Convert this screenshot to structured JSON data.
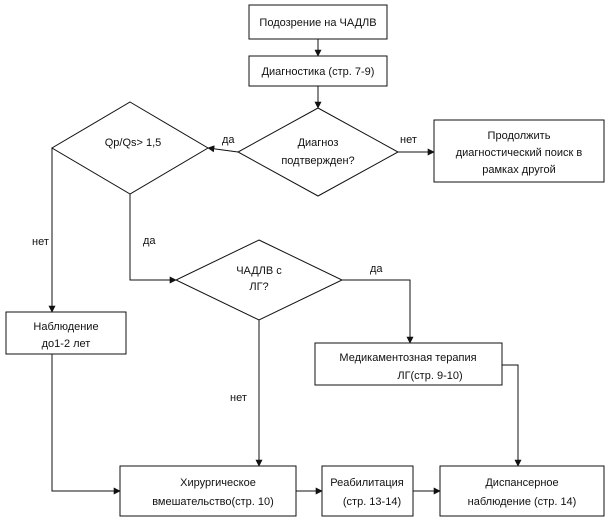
{
  "nodes": {
    "suspicion": "Подозрение на ЧАДЛВ",
    "diagnostics": "Диагностика (стр. 7-9)",
    "diag_confirmed": [
      "Диагноз",
      "подтвержден?"
    ],
    "continue_search": [
      "Продолжить",
      "диагностический поиск в",
      "рамках другой"
    ],
    "qp_qs": "Qp/Qs> 1,5",
    "chadlv_lg": [
      "ЧАДЛВ с",
      "ЛГ?"
    ],
    "observation": [
      "Наблюдение",
      "до1-2 лет"
    ],
    "drug_therapy": [
      "Медикаментозная терапия",
      "ЛГ(стр. 9-10)"
    ],
    "surgery": [
      "Хирургическое",
      "вмешательство(стр. 10)"
    ],
    "rehab": [
      "Реабилитация",
      "(стр. 13-14)"
    ],
    "dispensary": [
      "Диспансерное",
      "наблюдение (стр. 14)"
    ]
  },
  "edge_labels": {
    "diag_yes": "да",
    "diag_no": "нет",
    "qp_no": "нет",
    "qp_yes": "да",
    "lg_yes": "да",
    "lg_no": "нет"
  }
}
